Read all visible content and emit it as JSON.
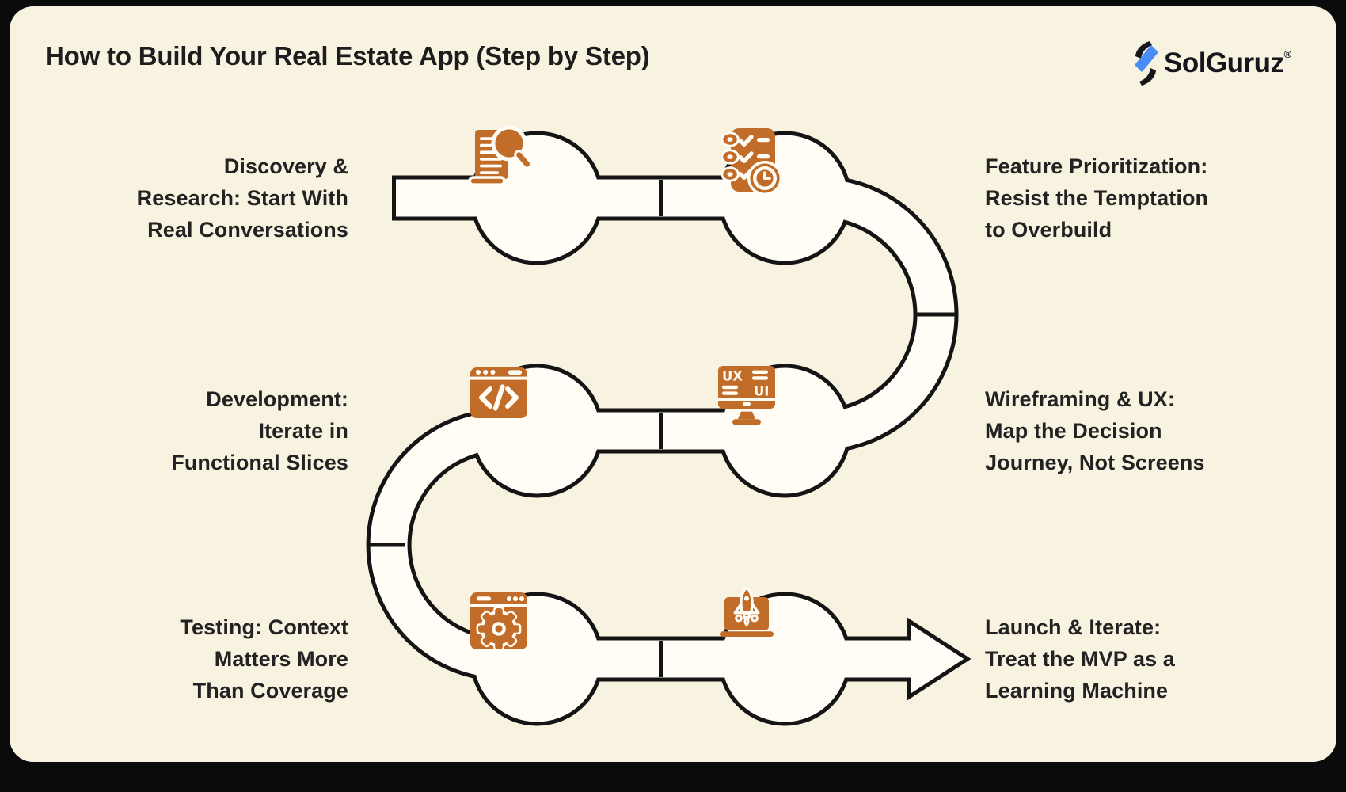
{
  "title": "How to Build Your Real Estate App (Step by Step)",
  "logo": {
    "text": "SolGuruz",
    "reg": "®"
  },
  "steps": [
    {
      "id": 1,
      "side": "left",
      "label": "Discovery & Research: Start With Real Conversations",
      "lines": [
        "Discovery &",
        "Research: Start With",
        "Real Conversations"
      ],
      "icon": "document-search-icon"
    },
    {
      "id": 2,
      "side": "right",
      "label": "Feature Prioritization: Resist the Temptation to Overbuild",
      "lines": [
        "Feature Prioritization:",
        "Resist the Temptation",
        "to Overbuild"
      ],
      "icon": "checklist-clock-icon"
    },
    {
      "id": 3,
      "side": "left",
      "label": "Development: Iterate in Functional Slices",
      "lines": [
        "Development:",
        "Iterate in",
        "Functional Slices"
      ],
      "icon": "code-browser-icon"
    },
    {
      "id": 4,
      "side": "right",
      "label": "Wireframing & UX: Map the Decision Journey, Not Screens",
      "lines": [
        "Wireframing & UX:",
        "Map the Decision",
        "Journey, Not Screens"
      ],
      "icon": "ux-ui-monitor-icon",
      "icon_text": [
        "UX",
        "UI"
      ]
    },
    {
      "id": 5,
      "side": "left",
      "label": "Testing: Context Matters More Than Coverage",
      "lines": [
        "Testing: Context",
        "Matters More",
        "Than Coverage"
      ],
      "icon": "browser-gear-icon"
    },
    {
      "id": 6,
      "side": "right",
      "label": "Launch & Iterate: Treat the MVP as a Learning Machine",
      "lines": [
        "Launch & Iterate:",
        "Treat the MVP as a",
        "Learning Machine"
      ],
      "icon": "rocket-laptop-icon"
    }
  ],
  "colors": {
    "outer_background": "#0b0b0b",
    "card_background": "#f8f2e1",
    "path_fill": "#fffdf6",
    "outline": "#141414",
    "accent_orange": "#c16d29",
    "logo_blue": "#4a8cf5",
    "text": "#222222"
  }
}
